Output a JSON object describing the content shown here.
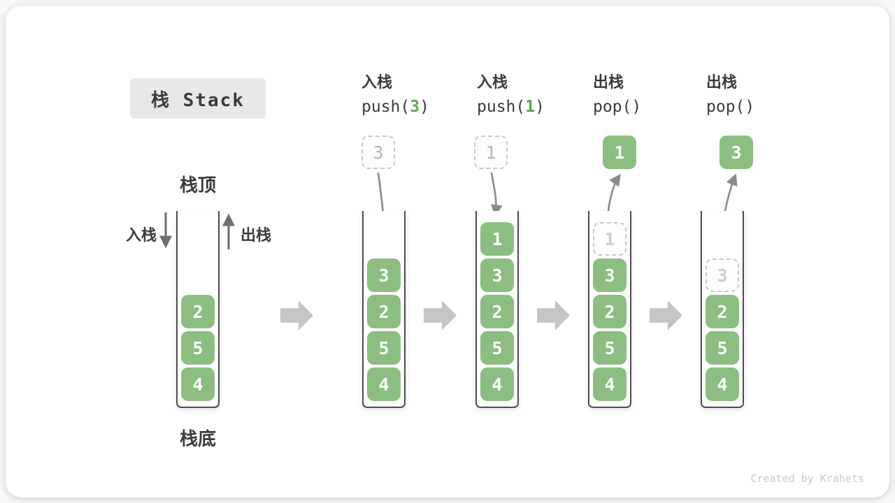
{
  "title": {
    "text": "栈 Stack"
  },
  "labels": {
    "stack_top": "栈顶",
    "stack_bottom": "栈底",
    "push_direction": "入栈",
    "pop_direction": "出栈"
  },
  "watermark": "Created by Krahets",
  "colors": {
    "cell_green": "#8CBE82",
    "code_arg_green": "#62A356",
    "text_dark": "#3C3C3C",
    "curve_arrow_gray": "#8A8A8A",
    "block_arrow_gray": "#C5C5C5",
    "ghost_border_gray": "#C9C9C9",
    "title_background": "#E8E8E8"
  },
  "stages": [
    {
      "name": "initial",
      "cells": [
        {
          "value": "2"
        },
        {
          "value": "5"
        },
        {
          "value": "4"
        }
      ]
    },
    {
      "name": "push-3",
      "header": {
        "action": "入栈",
        "code": {
          "before": "push(",
          "arg": "3",
          "after": ")"
        }
      },
      "floating": {
        "value": "3",
        "variant": "dashed"
      },
      "cells": [
        {
          "value": "3"
        },
        {
          "value": "2"
        },
        {
          "value": "5"
        },
        {
          "value": "4"
        }
      ]
    },
    {
      "name": "push-1",
      "header": {
        "action": "入栈",
        "code": {
          "before": "push(",
          "arg": "1",
          "after": ")"
        }
      },
      "floating": {
        "value": "1",
        "variant": "dashed"
      },
      "cells": [
        {
          "value": "1"
        },
        {
          "value": "3"
        },
        {
          "value": "2"
        },
        {
          "value": "5"
        },
        {
          "value": "4"
        }
      ]
    },
    {
      "name": "pop-1",
      "header": {
        "action": "出栈",
        "code": {
          "before": "pop()",
          "arg": "",
          "after": ""
        }
      },
      "floating": {
        "value": "1",
        "variant": "solid"
      },
      "cells": [
        {
          "value": "1",
          "ghost": true
        },
        {
          "value": "3"
        },
        {
          "value": "2"
        },
        {
          "value": "5"
        },
        {
          "value": "4"
        }
      ]
    },
    {
      "name": "pop-2",
      "header": {
        "action": "出栈",
        "code": {
          "before": "pop()",
          "arg": "",
          "after": ""
        }
      },
      "floating": {
        "value": "3",
        "variant": "solid"
      },
      "cells": [
        {
          "value": "3",
          "ghost": true
        },
        {
          "value": "2"
        },
        {
          "value": "5"
        },
        {
          "value": "4"
        }
      ]
    }
  ]
}
